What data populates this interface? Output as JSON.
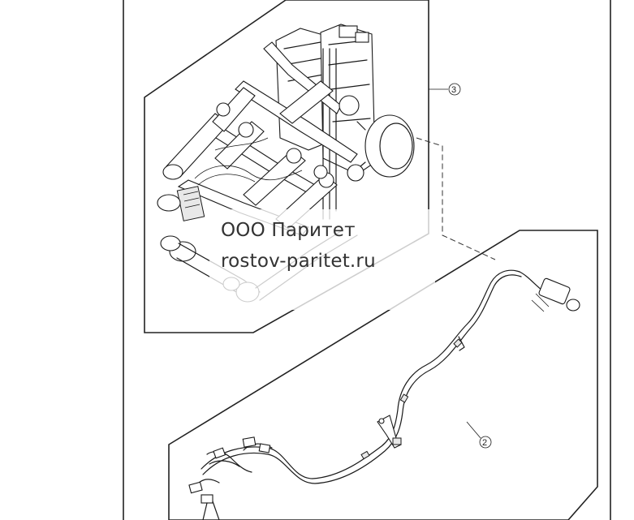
{
  "diagram": {
    "callouts": [
      {
        "id": "callout-3",
        "label": "3"
      },
      {
        "id": "callout-2",
        "label": "2"
      }
    ],
    "parts": [
      {
        "name": "hydraulic-valve-assembly"
      },
      {
        "name": "wiring-harness"
      }
    ]
  },
  "watermark": {
    "company": "ООО Паритет",
    "website": "rostov-paritet.ru"
  },
  "colors": {
    "line": "#1a1a1a",
    "background": "#ffffff",
    "watermark_text": "#333333"
  }
}
